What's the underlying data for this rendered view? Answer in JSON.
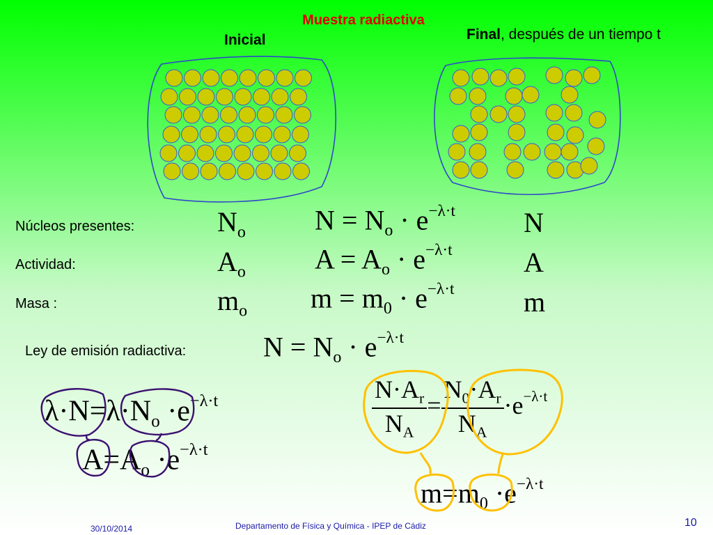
{
  "title": "Muestra radiactiva",
  "samples": {
    "initial_label": "Inicial",
    "final_label_bold": "Final",
    "final_label_rest": ", después de un tiempo t"
  },
  "rows": {
    "nucleos": "Núcleos presentes:",
    "actividad": "Actividad:",
    "masa": "Masa :",
    "ley": "Ley de emisión radiactiva:"
  },
  "symbols": {
    "N": "N",
    "A": "A",
    "m": "m",
    "e": "e",
    "sub_o": "o",
    "sub_0": "0",
    "sub_r": "r",
    "sub_A": "A",
    "exp": "−λ·t",
    "lambda": "λ",
    "eq": "=",
    "dot": "·"
  },
  "footer": {
    "date": "30/10/2014",
    "department": "Departamento de Física y Química -  IPEP de Cádiz",
    "page": "10"
  },
  "colors": {
    "title": "#e00000",
    "ball_fill": "#cccc00",
    "ball_stroke": "#3a5bd9",
    "sample_outline": "#2f49c9",
    "purple_loop": "#3b1070",
    "yellow_loop": "#ffc000",
    "footer": "#1a1aa6"
  }
}
